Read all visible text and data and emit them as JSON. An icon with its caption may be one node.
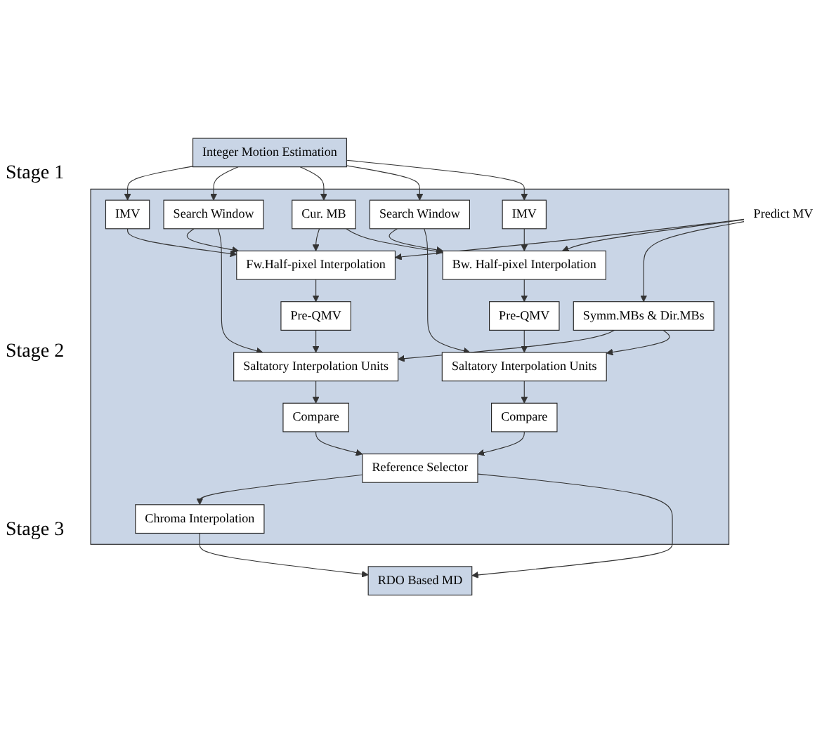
{
  "diagram": {
    "nodes": [
      {
        "text": [
          "Integer Motion Estimation"
        ]
      },
      {
        "text": [],
        "shape": "box"
      },
      {
        "text": [
          "IMV"
        ],
        "in": 1
      },
      {
        "text": [
          "Search Window"
        ],
        "in": 1
      },
      {
        "text": [
          "Cur. MB"
        ],
        "in": 1
      },
      {
        "text": [
          "Search Window"
        ],
        "in": 1
      },
      {
        "text": [
          "IMV"
        ],
        "in": 1
      },
      {
        "text": [
          "Predict MV"
        ]
      },
      {
        "text": [
          "Fw.Half-pixel Interpolation"
        ],
        "in": 1
      },
      {
        "text": [
          "Bw. Half-pixel Interpolation"
        ],
        "in": 1
      },
      {
        "text": [
          "Pre-QMV"
        ],
        "in": 1
      },
      {
        "text": [
          "Pre-QMV"
        ],
        "in": 1
      },
      {
        "text": [
          "Saltatory Interpolation Units"
        ],
        "in": 1
      },
      {
        "text": [
          "Symm.MBs & Dir.MBs"
        ],
        "in": 1
      },
      {
        "text": [
          "Saltatory Interpolation Units"
        ],
        "in": 1
      },
      {
        "text": [
          "Compare"
        ],
        "in": 1
      },
      {
        "text": [
          "Compare"
        ],
        "in": 1
      },
      {
        "text": [
          "Reference Selector"
        ],
        "in": 1
      },
      {
        "text": [
          "Chroma Interpolation"
        ],
        "in": 1
      },
      {
        "text": [
          "RDO Based MD"
        ]
      }
    ],
    "edges": [
      {
        "from": 0,
        "to": 2,
        "arrow": "to"
      },
      {
        "from": 0,
        "to": 3,
        "arrow": "to"
      },
      {
        "from": 0,
        "to": 4,
        "arrow": "to"
      },
      {
        "from": 0,
        "to": 5,
        "arrow": "to"
      },
      {
        "from": 0,
        "to": 6,
        "arrow": "to"
      },
      {
        "from": 2,
        "to": 8,
        "arrow": "to"
      },
      {
        "from": 3,
        "to": 8,
        "arrow": "to"
      },
      {
        "from": 3,
        "to": 12,
        "arrow": "to"
      },
      {
        "from": 4,
        "to": 8,
        "arrow": "to"
      },
      {
        "from": 4,
        "to": 9,
        "arrow": "to"
      },
      {
        "from": 5,
        "to": 9,
        "arrow": "to"
      },
      {
        "from": 5,
        "to": 14,
        "arrow": "to"
      },
      {
        "from": 6,
        "to": 9,
        "arrow": "to"
      },
      {
        "from": 7,
        "to": 8,
        "arrow": "to"
      },
      {
        "from": 7,
        "to": 9,
        "arrow": "to"
      },
      {
        "from": 7,
        "to": 13,
        "arrow": "to"
      },
      {
        "from": 8,
        "to": 10,
        "arrow": "to"
      },
      {
        "from": 9,
        "to": 11,
        "arrow": "to"
      },
      {
        "from": 10,
        "to": 12,
        "arrow": "to"
      },
      {
        "from": 11,
        "to": 14,
        "arrow": "to"
      },
      {
        "from": 13,
        "to": 12,
        "arrow": "to"
      },
      {
        "from": 13,
        "to": 14,
        "arrow": "to"
      },
      {
        "from": 12,
        "to": 15,
        "arrow": "to"
      },
      {
        "from": 14,
        "to": 16,
        "arrow": "to"
      },
      {
        "from": 15,
        "to": 17,
        "arrow": "to"
      },
      {
        "from": 16,
        "to": 17,
        "arrow": "to"
      },
      {
        "from": 17,
        "to": 18,
        "arrow": "to"
      },
      {
        "from": 17,
        "to": 19,
        "arrow": "to"
      },
      {
        "from": 18,
        "to": 19,
        "arrow": "to"
      }
    ],
    "labels": [
      "Stage 1",
      "Stage 2",
      "Stage 3"
    ]
  }
}
